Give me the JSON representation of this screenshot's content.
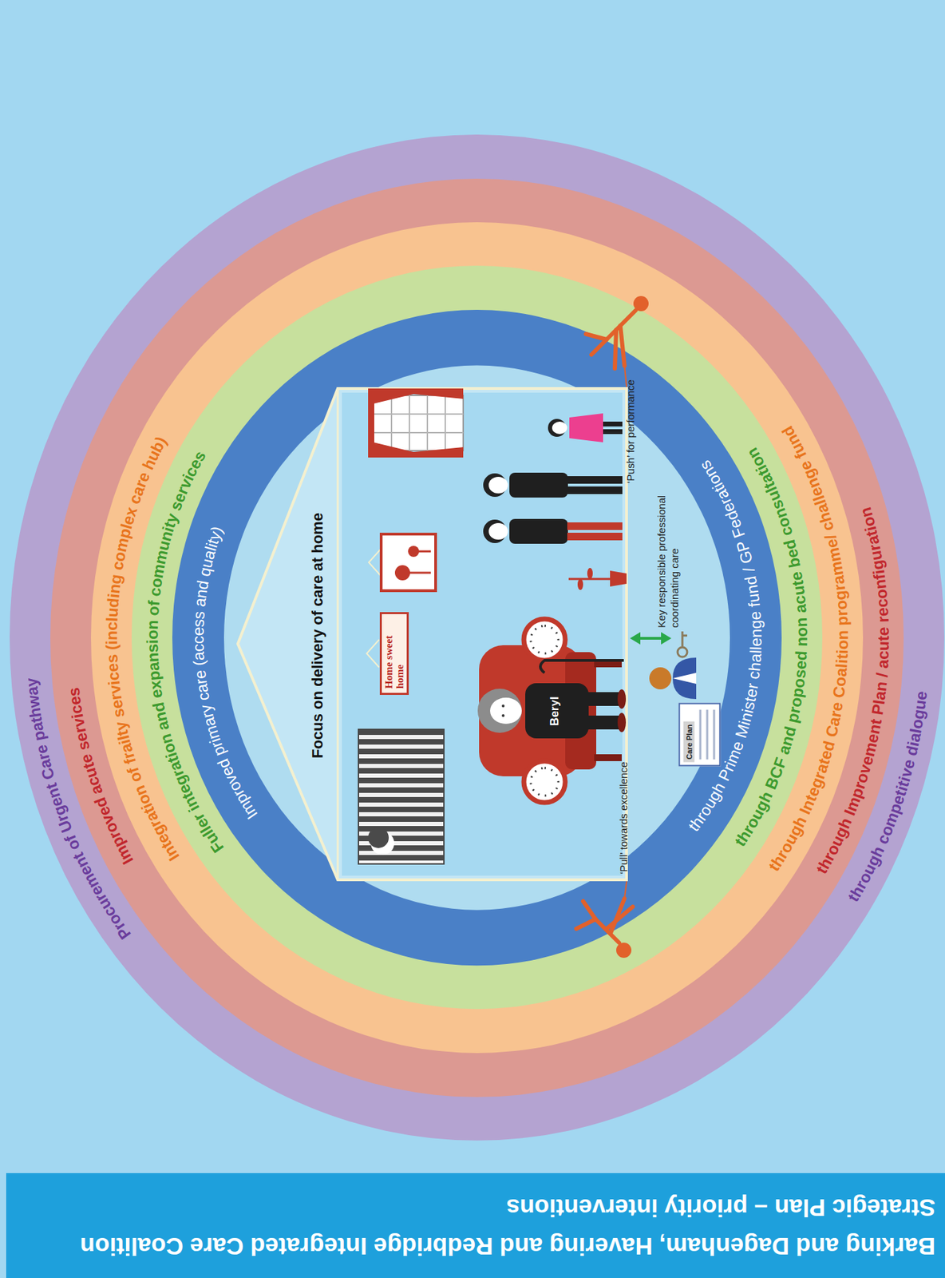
{
  "diagram": {
    "title": "Barking and Dagenham, Havering and Redbridge Integrated Care Coalition Strategic Plan – priority interventions",
    "nodes": [
      {
        "text": [
          "Procurement of Urgent Care pathway",
          "through competitive dialogue"
        ]
      },
      {
        "text": [
          "Improved acute services",
          "through Improvement Plan / acute reconfiguration"
        ],
        "in": 0
      },
      {
        "text": [
          "Integration of frailty services (including complex care hub)",
          "through Integrated Care Coalition programme/ challenge fund"
        ],
        "in": 1
      },
      {
        "text": [
          "Fuller integration and expansion of community services",
          "through BCF and proposed non acute bed consultation"
        ],
        "in": 2
      },
      {
        "text": [
          "Improved primary care (access and quality)",
          "through Prime Minister challenge fund / GP Federations"
        ],
        "in": 3
      },
      {
        "text": [
          "Focus on delivery of care at home"
        ],
        "in": 4
      },
      {
        "text": [
          "Home sweet home"
        ],
        "in": 5
      },
      {
        "text": [
          "Care Plan"
        ],
        "in": 4
      }
    ],
    "labels": [
      "Beryl",
      "Key responsible professional coordinating care",
      "‘Pull’ towards excellence",
      "‘Push’ for performance"
    ]
  }
}
